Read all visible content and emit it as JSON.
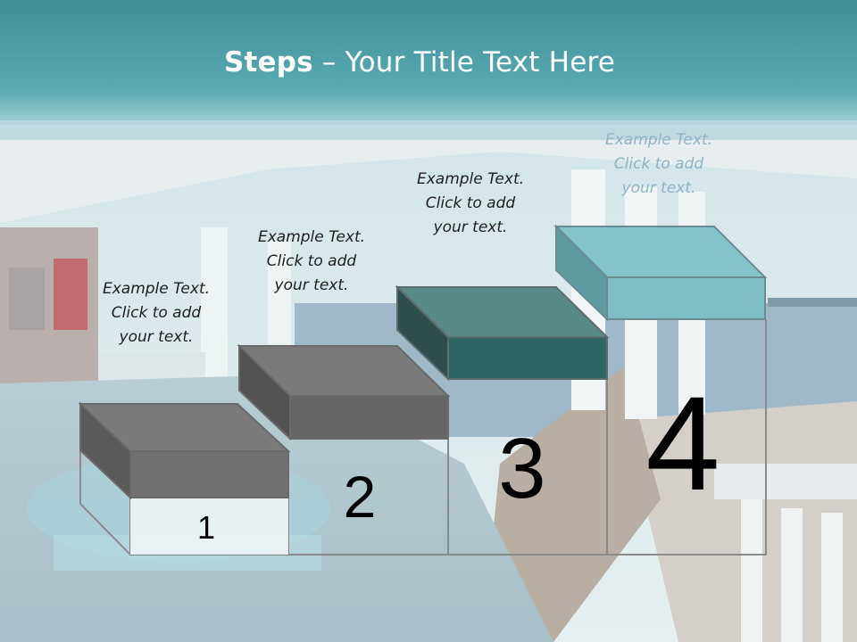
{
  "slide": {
    "title_bold": "Steps",
    "title_dash": " – ",
    "title_rest": "Your Title Text Here"
  },
  "steps": [
    {
      "number": "1",
      "line1": "Example Text.",
      "line2": "Click  to add",
      "line3": "your text."
    },
    {
      "number": "2",
      "line1": "Example Text.",
      "line2": "Click  to add",
      "line3": "your text."
    },
    {
      "number": "3",
      "line1": "Example Text.",
      "line2": "Click  to add",
      "line3": "your text."
    },
    {
      "number": "4",
      "line1": "Example Text.",
      "line2": "Click  to add",
      "line3": "your text."
    }
  ],
  "colors": {
    "header_band": "#4f9ea8",
    "block_gray_light": "#777777",
    "block_gray_dark": "#5e5e5e",
    "block_teal_dark": "#2f6563",
    "block_teal_light": "#86c4cc"
  }
}
